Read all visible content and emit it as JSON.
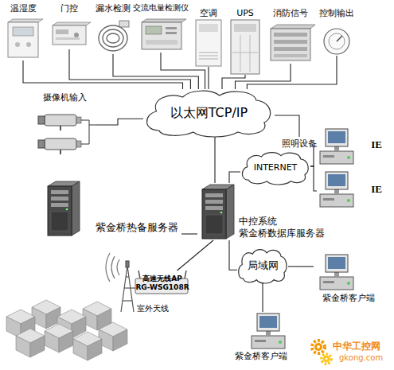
{
  "diagram": {
    "nodes": [
      {
        "text": [
          "温湿度"
        ]
      },
      {
        "text": [
          "门控"
        ]
      },
      {
        "text": [
          "漏水检测"
        ]
      },
      {
        "text": [
          "交流电量检测仪"
        ]
      },
      {
        "text": [
          "空调"
        ]
      },
      {
        "text": [
          "UPS"
        ]
      },
      {
        "text": [
          "消防信号"
        ]
      },
      {
        "text": [
          "控制输出"
        ]
      },
      {
        "text": [
          "摄像机输入"
        ]
      },
      {
        "text": [
          "以太网TCP/IP"
        ]
      },
      {
        "text": [
          "照明设备"
        ]
      },
      {
        "text": [
          "IE"
        ]
      },
      {
        "text": [
          "INTERNET"
        ]
      },
      {
        "text": [
          "IE"
        ]
      },
      {
        "text": [
          "紫金桥热备服务器"
        ]
      },
      {
        "text": [
          "中控系统 紫金桥数据库服务器"
        ]
      },
      {
        "text": [
          "局域网"
        ]
      },
      {
        "text": [
          "紫金桥客户端"
        ]
      },
      {
        "text": [
          "高速无线AP RG-WSG108R"
        ]
      },
      {
        "text": [
          "紫金桥客户端"
        ]
      }
    ],
    "edges": [
      {
        "from": 0,
        "to": 9,
        "arrow": "none"
      },
      {
        "from": 1,
        "to": 9,
        "arrow": "none"
      },
      {
        "from": 2,
        "to": 9,
        "arrow": "none"
      },
      {
        "from": 3,
        "to": 9,
        "arrow": "none"
      },
      {
        "from": 4,
        "to": 9,
        "arrow": "none"
      },
      {
        "from": 5,
        "to": 9,
        "arrow": "none"
      },
      {
        "from": 6,
        "to": 9,
        "arrow": "none"
      },
      {
        "from": 7,
        "to": 9,
        "arrow": "none"
      },
      {
        "from": 8,
        "to": 9,
        "arrow": "none"
      },
      {
        "from": 9,
        "to": 10,
        "arrow": "none"
      },
      {
        "from": 9,
        "to": 15,
        "arrow": "none"
      },
      {
        "from": 15,
        "to": 14,
        "arrow": "none"
      },
      {
        "from": 15,
        "to": 12,
        "arrow": "none"
      },
      {
        "from": 12,
        "to": 11,
        "arrow": "none"
      },
      {
        "from": 12,
        "to": 13,
        "arrow": "none"
      },
      {
        "from": 15,
        "to": 16,
        "arrow": "none"
      },
      {
        "from": 16,
        "to": 17,
        "arrow": "none"
      },
      {
        "from": 16,
        "to": 19,
        "arrow": "none"
      },
      {
        "from": 15,
        "to": 18,
        "arrow": "none"
      }
    ],
    "labels": [
      "室外天线",
      "中华工控网",
      "gkong.com"
    ]
  }
}
